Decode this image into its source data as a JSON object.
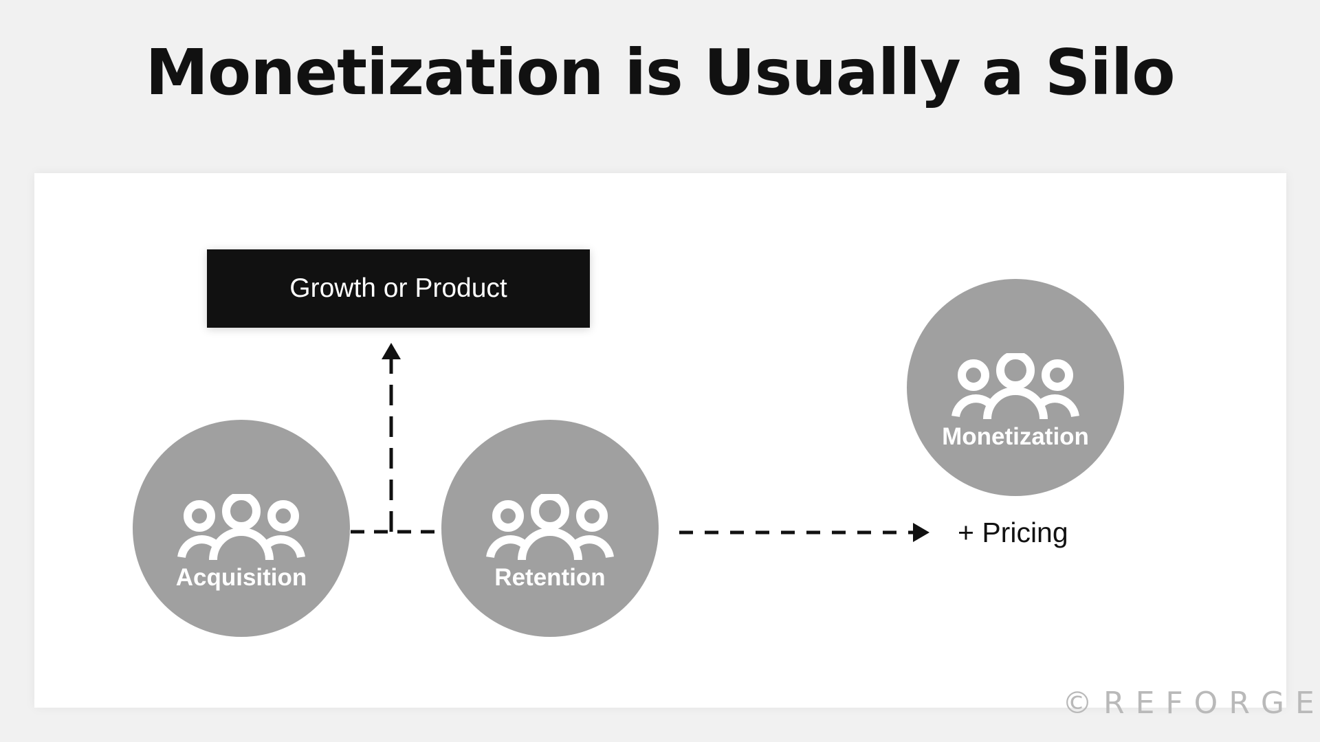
{
  "title": "Monetization is Usually a Silo",
  "top_box": {
    "label": "Growth or Product"
  },
  "nodes": [
    {
      "id": "acquisition",
      "label": "Acquisition",
      "icon": "people-group-icon"
    },
    {
      "id": "retention",
      "label": "Retention",
      "icon": "people-group-icon"
    },
    {
      "id": "monetization",
      "label": "Monetization",
      "icon": "people-group-icon"
    }
  ],
  "annotation": "+ Pricing",
  "watermark": "©REFORGE",
  "colors": {
    "background": "#f1f1f1",
    "card": "#ffffff",
    "box": "#111111",
    "circle": "#a0a0a0",
    "arrow": "#111111",
    "watermark": "#b9b9b9"
  }
}
